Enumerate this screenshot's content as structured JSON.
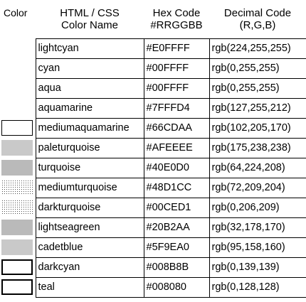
{
  "headers": {
    "color": "Color",
    "name_line1": "HTML / CSS",
    "name_line2": "Color Name",
    "hex_line1": "Hex Code",
    "hex_line2": "#RRGGBB",
    "dec_line1": "Decimal Code",
    "dec_line2": "(R,G,B)"
  },
  "rows": [
    {
      "name": "lightcyan",
      "hex": "#E0FFFF",
      "decimal": "rgb(224,255,255)",
      "swatch": "#E0FFFF"
    },
    {
      "name": "cyan",
      "hex": "#00FFFF",
      "decimal": "rgb(0,255,255)",
      "swatch": "#00FFFF"
    },
    {
      "name": "aqua",
      "hex": "#00FFFF",
      "decimal": "rgb(0,255,255)",
      "swatch": "#00FFFF"
    },
    {
      "name": "aquamarine",
      "hex": "#7FFFD4",
      "decimal": "rgb(127,255,212)",
      "swatch": "#7FFFD4"
    },
    {
      "name": "mediumaquamarine",
      "hex": "#66CDAA",
      "decimal": "rgb(102,205,170)",
      "swatch": "#66CDAA"
    },
    {
      "name": "paleturquoise",
      "hex": "#AFEEEE",
      "decimal": "rgb(175,238,238)",
      "swatch": "#AFEEEE"
    },
    {
      "name": "turquoise",
      "hex": "#40E0D0",
      "decimal": "rgb(64,224,208)",
      "swatch": "#40E0D0"
    },
    {
      "name": "mediumturquoise",
      "hex": "#48D1CC",
      "decimal": "rgb(72,209,204)",
      "swatch": "#48D1CC"
    },
    {
      "name": "darkturquoise",
      "hex": "#00CED1",
      "decimal": "rgb(0,206,209)",
      "swatch": "#00CED1"
    },
    {
      "name": "lightseagreen",
      "hex": "#20B2AA",
      "decimal": "rgb(32,178,170)",
      "swatch": "#20B2AA"
    },
    {
      "name": "cadetblue",
      "hex": "#5F9EA0",
      "decimal": "rgb(95,158,160)",
      "swatch": "#5F9EA0"
    },
    {
      "name": "darkcyan",
      "hex": "#008B8B",
      "decimal": "rgb(0,139,139)",
      "swatch": "#008B8B"
    },
    {
      "name": "teal",
      "hex": "#008080",
      "decimal": "rgb(0,128,128)",
      "swatch": "#008080"
    }
  ]
}
